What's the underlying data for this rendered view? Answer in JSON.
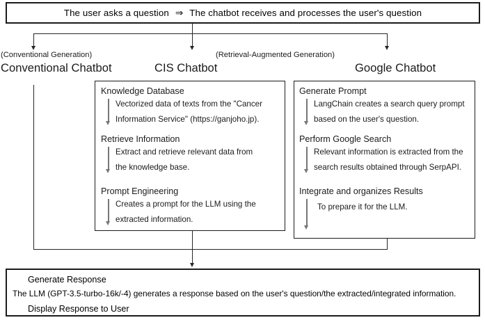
{
  "diagram": {
    "top_box": {
      "left_text": "The user asks a question",
      "arrow_glyph": "⇒",
      "right_text": "The chatbot receives and processes the user's question"
    },
    "columns": [
      {
        "subtitle": "(Conventional Generation)",
        "title": "Conventional Chatbot"
      },
      {
        "subtitle": "",
        "title": "CIS Chatbot"
      },
      {
        "subtitle": "(Retrieval-Augmented Generation)",
        "title": "Google Chatbot"
      }
    ],
    "cis_steps": [
      {
        "heading": "Knowledge Database",
        "lines": [
          "Vectorized data of texts from the \"Cancer",
          "Information Service\" (https://ganjoho.jp)."
        ]
      },
      {
        "heading": "Retrieve Information",
        "lines": [
          "Extract and retrieve relevant data from",
          "the knowledge base."
        ]
      },
      {
        "heading": "Prompt Engineering",
        "lines": [
          "Creates a prompt for the LLM using the",
          "extracted information."
        ]
      }
    ],
    "google_steps": [
      {
        "heading": "Generate Prompt",
        "lines": [
          "LangChain creates a search query prompt",
          "based on the user's question."
        ]
      },
      {
        "heading": "Perform Google Search",
        "lines": [
          "Relevant information is extracted from the",
          "search results obtained through SerpAPI."
        ]
      },
      {
        "heading": "Integrate and organizes Results",
        "lines": [
          "To prepare it for the LLM."
        ]
      }
    ],
    "bottom_box": {
      "heading": "Generate Response",
      "body": "The LLM (GPT-3.5-turbo-16k/-4) generates a response based on the user's question/the extracted/integrated information.",
      "footer": "Display Response to User"
    },
    "colors": {
      "line": "#262626",
      "inner_arrow": "#767676",
      "border": "#1b1b1b",
      "text": "#1b1b1b",
      "background": "#ffffff"
    }
  }
}
